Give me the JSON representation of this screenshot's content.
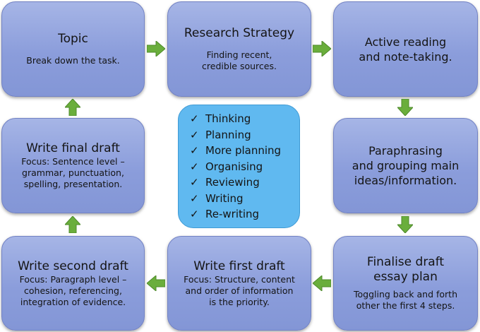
{
  "boxes": {
    "topic": {
      "title": "Topic",
      "body": "Break down the task."
    },
    "research": {
      "title": "Research Strategy",
      "body": "Finding recent,\ncredible sources."
    },
    "active": {
      "title": "Active reading\nand note-taking."
    },
    "paraphrase": {
      "title": "Paraphrasing\nand grouping main\nideas/information."
    },
    "finalise": {
      "title": "Finalise draft\nessay plan",
      "body": "Toggling back and forth\nother the first 4 steps."
    },
    "first_draft": {
      "title": "Write first draft",
      "body": "Focus: Structure, content\nand order of information\nis the priority."
    },
    "second_draft": {
      "title": "Write second draft",
      "body": "Focus: Paragraph level –\ncohesion, referencing,\nintegration of evidence."
    },
    "final_draft": {
      "title": "Write final draft",
      "body": "Focus: Sentence level –\ngrammar, punctuation,\nspelling, presentation."
    }
  },
  "checklist": {
    "mark": "✓",
    "items": [
      "Thinking",
      "Planning",
      "More planning",
      "Organising",
      "Reviewing",
      "Writing",
      "Re-writing"
    ]
  },
  "colors": {
    "box_fill": "#8b9ddb",
    "center_fill": "#60b9f0",
    "arrow_fill": "#6aae3c"
  }
}
